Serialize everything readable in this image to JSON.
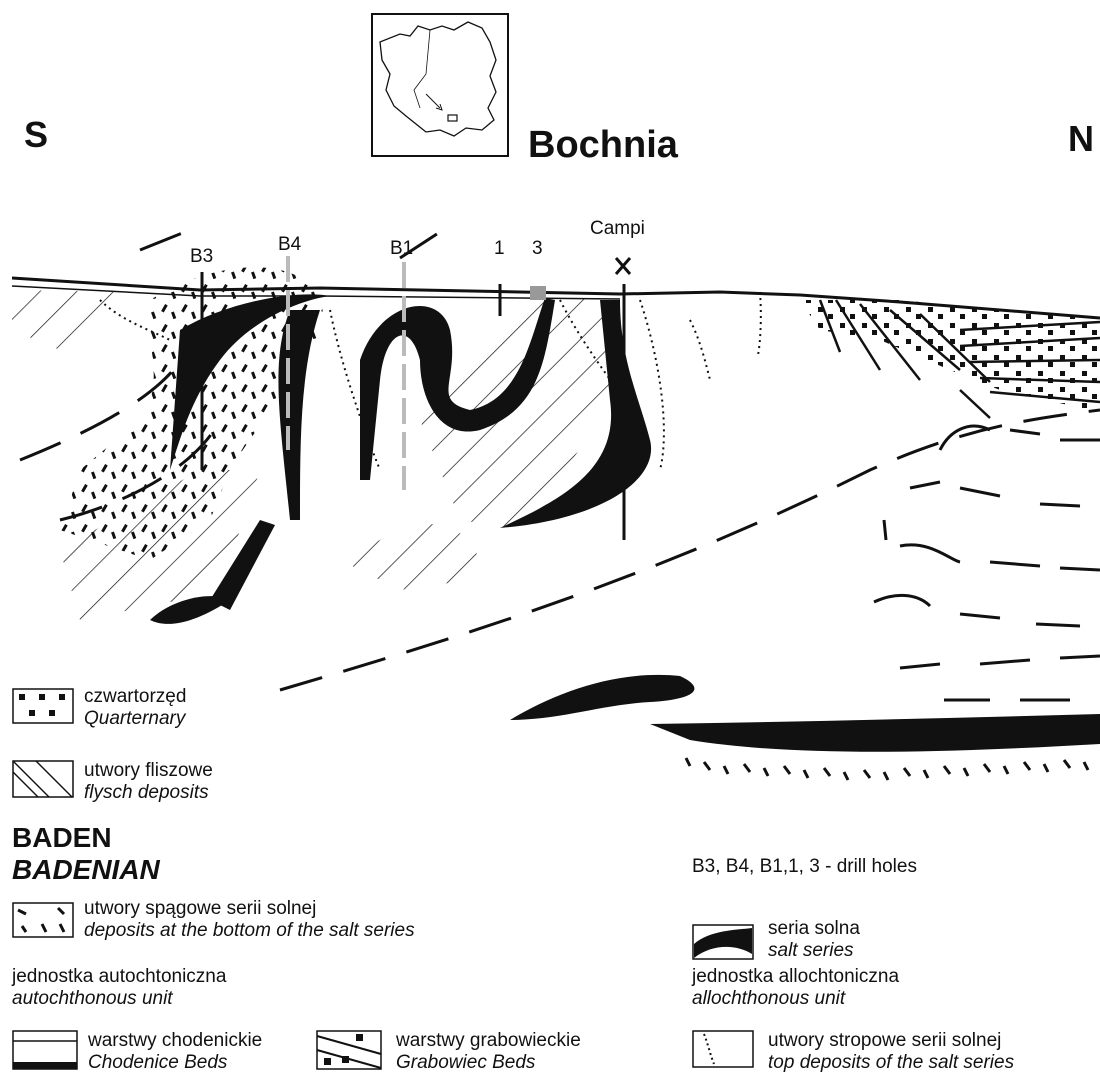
{
  "header": {
    "left_direction": "S",
    "right_direction": "N",
    "location": "Bochnia"
  },
  "section_labels": {
    "b3": "B3",
    "b4": "B4",
    "b1": "B1",
    "hole_1": "1",
    "hole_3": "3",
    "campi": "Campi"
  },
  "legend": {
    "quaternary": {
      "pl": "czwartorzęd",
      "en": "Quarternary"
    },
    "flysch": {
      "pl": "utwory fliszowe",
      "en": "flysch deposits"
    },
    "baden": {
      "pl": "BADEN",
      "en": "BADENIAN"
    },
    "bottom_salt": {
      "pl": "utwory spągowe serii solnej",
      "en": "deposits at the bottom of the salt series"
    },
    "autochthonous": {
      "pl": "jednostka autochtoniczna",
      "en": "autochthonous unit"
    },
    "chodenice": {
      "pl": "warstwy chodenickie",
      "en": "Chodenice Beds"
    },
    "grabowiec": {
      "pl": "warstwy grabowieckie",
      "en": "Grabowiec Beds"
    },
    "drill_note": "B3, B4, B1,1, 3 - drill holes",
    "salt_series": {
      "pl": "seria solna",
      "en": "salt series"
    },
    "allochthonous": {
      "pl": "jednostka allochtoniczna",
      "en": "allochthonous unit"
    },
    "top_salt": {
      "pl": "utwory stropowe serii solnej",
      "en": "top deposits of the salt series"
    }
  }
}
